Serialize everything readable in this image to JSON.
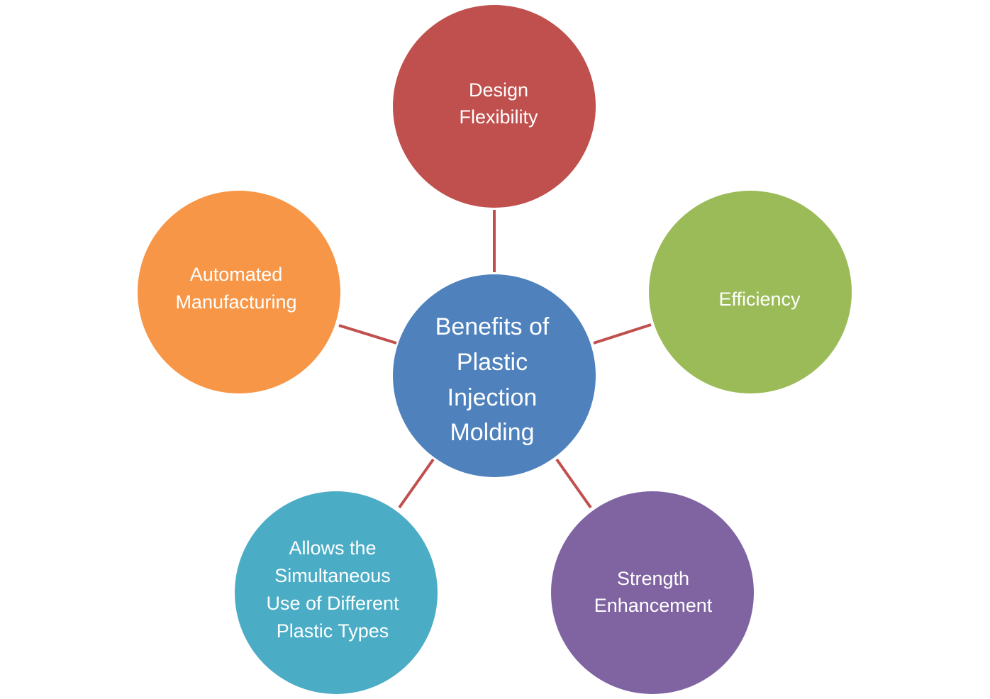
{
  "colors": {
    "connector": "#C0504D",
    "text": "#FFFFFF",
    "background": "#FFFFFF"
  },
  "center": {
    "lines": [
      "Benefits of",
      "Plastic",
      "Injection",
      "Molding"
    ],
    "color": "#4F81BD"
  },
  "nodes": [
    {
      "lines": [
        "Design",
        "Flexibility"
      ],
      "color": "#C0504D"
    },
    {
      "lines": [
        "Efficiency"
      ],
      "color": "#9BBB59"
    },
    {
      "lines": [
        "Strength",
        "Enhancement"
      ],
      "color": "#8064A2"
    },
    {
      "lines": [
        "Allows the",
        "Simultaneous",
        "Use of Different",
        "Plastic Types"
      ],
      "color": "#4BACC6"
    },
    {
      "lines": [
        "Automated",
        "Manufacturing"
      ],
      "color": "#F79646"
    }
  ]
}
